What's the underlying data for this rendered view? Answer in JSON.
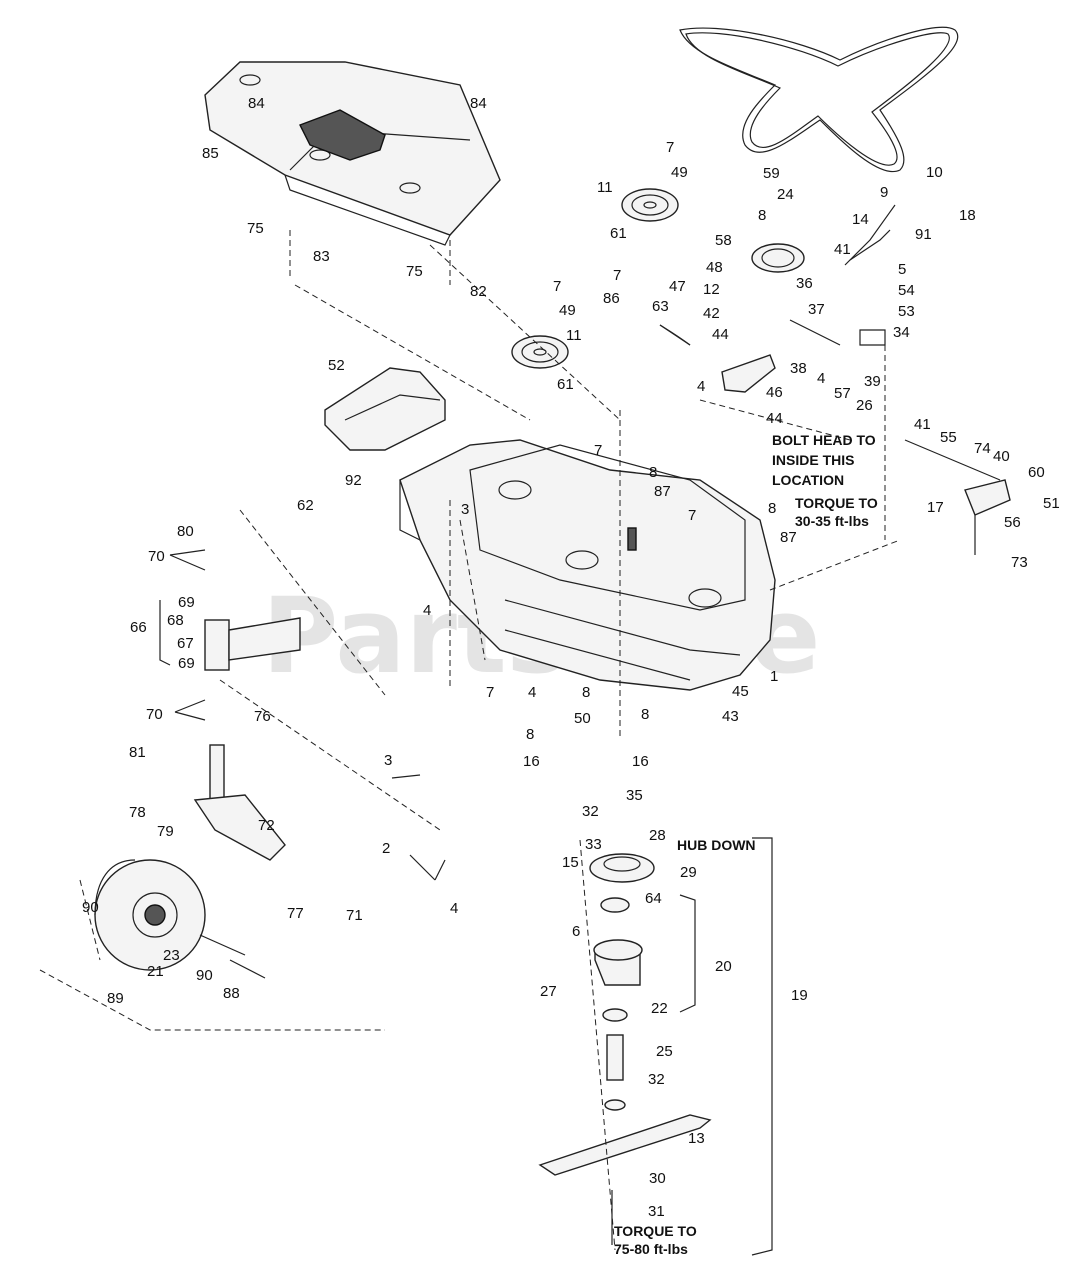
{
  "watermark": "PartsTree",
  "notes": {
    "bolt_head": [
      "BOLT HEAD TO",
      "INSIDE THIS",
      "LOCATION"
    ],
    "torque_upper": [
      "TORQUE TO",
      "30-35 ft-lbs"
    ],
    "hub_down": "HUB DOWN",
    "torque_lower": [
      "TORQUE TO",
      "75-80 ft-lbs"
    ]
  },
  "callouts": [
    {
      "id": "c84a",
      "text": "84"
    },
    {
      "id": "c84b",
      "text": "84"
    },
    {
      "id": "c85",
      "text": "85"
    },
    {
      "id": "c75a",
      "text": "75"
    },
    {
      "id": "c83",
      "text": "83"
    },
    {
      "id": "c75b",
      "text": "75"
    },
    {
      "id": "c82",
      "text": "82"
    },
    {
      "id": "c7a",
      "text": "7"
    },
    {
      "id": "c49a",
      "text": "49"
    },
    {
      "id": "c11a",
      "text": "11"
    },
    {
      "id": "c61a",
      "text": "61"
    },
    {
      "id": "c59",
      "text": "59"
    },
    {
      "id": "c24",
      "text": "24"
    },
    {
      "id": "c9",
      "text": "9"
    },
    {
      "id": "c10",
      "text": "10"
    },
    {
      "id": "c18",
      "text": "18"
    },
    {
      "id": "c14",
      "text": "14"
    },
    {
      "id": "c91",
      "text": "91"
    },
    {
      "id": "c8a",
      "text": "8"
    },
    {
      "id": "c58",
      "text": "58"
    },
    {
      "id": "c41a",
      "text": "41"
    },
    {
      "id": "c5",
      "text": "5"
    },
    {
      "id": "c54",
      "text": "54"
    },
    {
      "id": "c53",
      "text": "53"
    },
    {
      "id": "c34",
      "text": "34"
    },
    {
      "id": "c48",
      "text": "48"
    },
    {
      "id": "c36",
      "text": "36"
    },
    {
      "id": "c12",
      "text": "12"
    },
    {
      "id": "c37",
      "text": "37"
    },
    {
      "id": "c42",
      "text": "42"
    },
    {
      "id": "c7b",
      "text": "7"
    },
    {
      "id": "c49b",
      "text": "49"
    },
    {
      "id": "c7c",
      "text": "7"
    },
    {
      "id": "c47",
      "text": "47"
    },
    {
      "id": "c86",
      "text": "86"
    },
    {
      "id": "c63",
      "text": "63"
    },
    {
      "id": "c44a",
      "text": "44"
    },
    {
      "id": "c38",
      "text": "38"
    },
    {
      "id": "c11b",
      "text": "11"
    },
    {
      "id": "c4a",
      "text": "4"
    },
    {
      "id": "c46",
      "text": "46"
    },
    {
      "id": "c4b",
      "text": "4"
    },
    {
      "id": "c57",
      "text": "57"
    },
    {
      "id": "c39",
      "text": "39"
    },
    {
      "id": "c61b",
      "text": "61"
    },
    {
      "id": "c26",
      "text": "26"
    },
    {
      "id": "c44b",
      "text": "44"
    },
    {
      "id": "c52",
      "text": "52"
    },
    {
      "id": "c41b",
      "text": "41"
    },
    {
      "id": "c55",
      "text": "55"
    },
    {
      "id": "c7d",
      "text": "7"
    },
    {
      "id": "c8b",
      "text": "8"
    },
    {
      "id": "c87a",
      "text": "87"
    },
    {
      "id": "c74",
      "text": "74"
    },
    {
      "id": "c40",
      "text": "40"
    },
    {
      "id": "c60",
      "text": "60"
    },
    {
      "id": "c92",
      "text": "92"
    },
    {
      "id": "c3a",
      "text": "3"
    },
    {
      "id": "c17",
      "text": "17"
    },
    {
      "id": "c51",
      "text": "51"
    },
    {
      "id": "c62",
      "text": "62"
    },
    {
      "id": "c56",
      "text": "56"
    },
    {
      "id": "c7e",
      "text": "7"
    },
    {
      "id": "c8c",
      "text": "8"
    },
    {
      "id": "c87b",
      "text": "87"
    },
    {
      "id": "c80",
      "text": "80"
    },
    {
      "id": "c70a",
      "text": "70"
    },
    {
      "id": "c73",
      "text": "73"
    },
    {
      "id": "c69a",
      "text": "69"
    },
    {
      "id": "c68",
      "text": "68"
    },
    {
      "id": "c66",
      "text": "66"
    },
    {
      "id": "c67",
      "text": "67"
    },
    {
      "id": "c4c",
      "text": "4"
    },
    {
      "id": "c69b",
      "text": "69"
    },
    {
      "id": "c1",
      "text": "1"
    },
    {
      "id": "c7f",
      "text": "7"
    },
    {
      "id": "c4d",
      "text": "4"
    },
    {
      "id": "c8d",
      "text": "8"
    },
    {
      "id": "c45",
      "text": "45"
    },
    {
      "id": "c76",
      "text": "76"
    },
    {
      "id": "c70b",
      "text": "70"
    },
    {
      "id": "c50",
      "text": "50"
    },
    {
      "id": "c8e",
      "text": "8"
    },
    {
      "id": "c43",
      "text": "43"
    },
    {
      "id": "c8f",
      "text": "8"
    },
    {
      "id": "c81",
      "text": "81"
    },
    {
      "id": "c16a",
      "text": "16"
    },
    {
      "id": "c16b",
      "text": "16"
    },
    {
      "id": "c3b",
      "text": "3"
    },
    {
      "id": "c35",
      "text": "35"
    },
    {
      "id": "c72",
      "text": "72"
    },
    {
      "id": "c78",
      "text": "78"
    },
    {
      "id": "c79",
      "text": "79"
    },
    {
      "id": "c32a",
      "text": "32"
    },
    {
      "id": "c28",
      "text": "28"
    },
    {
      "id": "c33",
      "text": "33"
    },
    {
      "id": "c2",
      "text": "2"
    },
    {
      "id": "c15",
      "text": "15"
    },
    {
      "id": "c29",
      "text": "29"
    },
    {
      "id": "c90a",
      "text": "90"
    },
    {
      "id": "c77",
      "text": "77"
    },
    {
      "id": "c4e",
      "text": "4"
    },
    {
      "id": "c71",
      "text": "71"
    },
    {
      "id": "c64",
      "text": "64"
    },
    {
      "id": "c6",
      "text": "6"
    },
    {
      "id": "c23",
      "text": "23"
    },
    {
      "id": "c21",
      "text": "21"
    },
    {
      "id": "c90b",
      "text": "90"
    },
    {
      "id": "c88",
      "text": "88"
    },
    {
      "id": "c20",
      "text": "20"
    },
    {
      "id": "c27",
      "text": "27"
    },
    {
      "id": "c19",
      "text": "19"
    },
    {
      "id": "c89",
      "text": "89"
    },
    {
      "id": "c22",
      "text": "22"
    },
    {
      "id": "c25",
      "text": "25"
    },
    {
      "id": "c32b",
      "text": "32"
    },
    {
      "id": "c13",
      "text": "13"
    },
    {
      "id": "c30",
      "text": "30"
    },
    {
      "id": "c31",
      "text": "31"
    }
  ]
}
